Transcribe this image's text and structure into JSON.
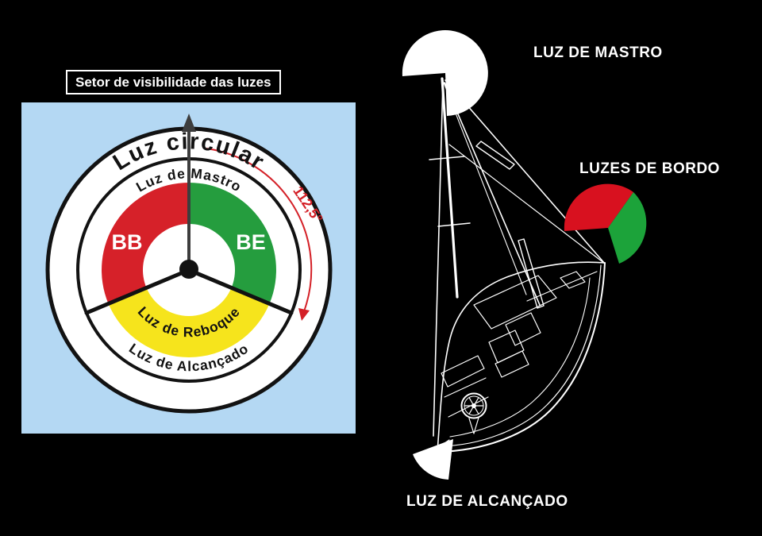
{
  "title_box": {
    "label": "Setor de visibilidade das luzes"
  },
  "sector_diagram": {
    "circular_light_label": "Luz circular",
    "mast_light_label": "Luz de Mastro",
    "port_abbr": "BB",
    "starboard_abbr": "BE",
    "towing_light_label": "Luz de Reboque",
    "stern_light_label": "Luz de Alcançado",
    "angle_label": "112,5°",
    "colors": {
      "panel_blue": "#b4d8f3",
      "port_red": "#d62129",
      "starboard_green": "#259d3e",
      "towing_yellow": "#f6e41c",
      "heading_arrow_gray": "#3d3d3d",
      "angle_arrow_red": "#d42027"
    }
  },
  "boat_diagram": {
    "mast_light_label": "LUZ DE MASTRO",
    "side_lights_label": "LUZES DE BORDO",
    "stern_light_label": "LUZ DE ALCANÇADO",
    "colors": {
      "port_red": "#d8111f",
      "starboard_green": "#1ca33a",
      "light_white": "#ffffff",
      "line_white": "#ffffff"
    }
  }
}
